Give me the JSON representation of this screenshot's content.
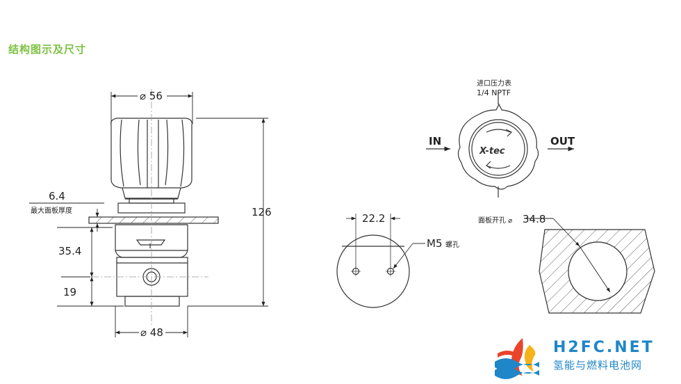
{
  "section": {
    "title": "结构图示及尺寸"
  },
  "front_view": {
    "dim_knob_diameter": "⌀ 56",
    "dim_total_height": "126",
    "dim_panel_thickness": "6.4",
    "panel_note": "最大面板厚度",
    "dim_mid_height": "35.4",
    "dim_port_height": "19",
    "dim_body_diameter": "⌀ 48"
  },
  "top_view": {
    "gauge_label_1": "进口压力表",
    "gauge_label_2": "1/4 NPTF",
    "inlet_label": "IN",
    "outlet_label": "OUT",
    "knob_logo": "X-tec"
  },
  "mount_view": {
    "dim_hole_spacing": "22.2",
    "screw_label": "M5",
    "screw_label_suffix": "螺孔"
  },
  "panel_cutout": {
    "label_prefix": "面板开孔 ⌀",
    "dim_cutout": "34.8"
  },
  "brand": {
    "name": "H2FC.NET",
    "subtitle": "氢能与燃料电池网",
    "colors": {
      "primary": "#1f86c8",
      "flame_red": "#e8452c",
      "flame_yellow": "#f6b21a"
    }
  }
}
